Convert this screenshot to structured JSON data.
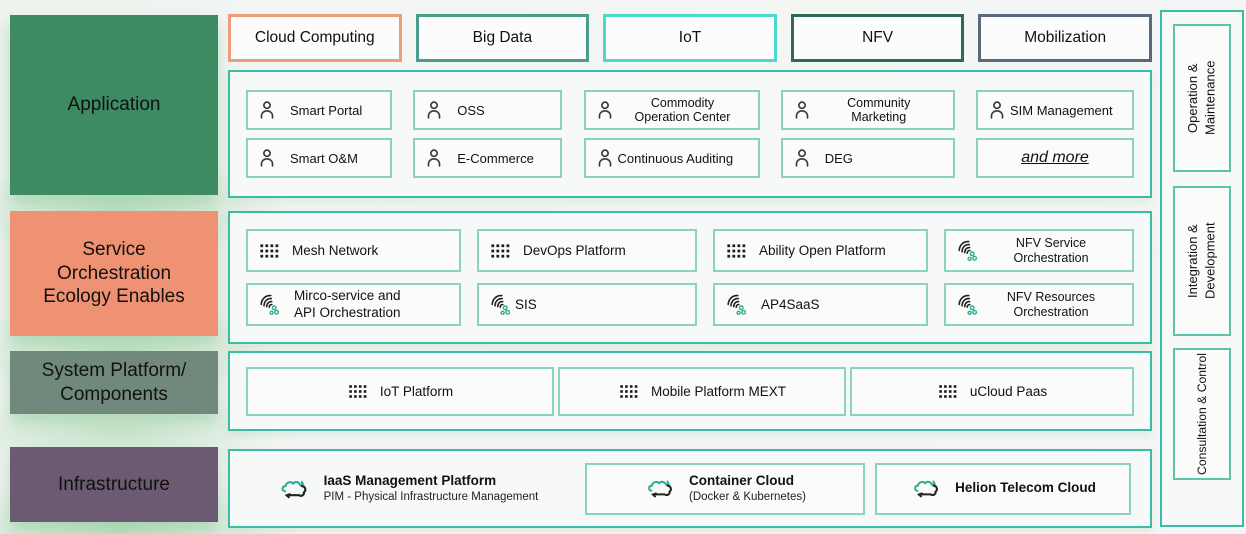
{
  "colors": {
    "container_border": "#3cbca4",
    "item_border": "#8bd2c1",
    "accent_green": "#2fae93",
    "chip_cloud_computing": "#f09c7b",
    "chip_big_data": "#4a9c8c",
    "chip_iot": "#4bd8ce",
    "chip_nfv": "#2e6b50",
    "chip_mobilization": "#5a6a7a",
    "layer_application": "#3e8a63",
    "layer_service": "#ee9273",
    "layer_system": "#70897c",
    "layer_infrastructure": "#6b5a72"
  },
  "layers": [
    {
      "label": "Application"
    },
    {
      "label": "Service Orchestration Ecology Enables"
    },
    {
      "label": "System Platform/ Components"
    },
    {
      "label": "Infrastructure"
    }
  ],
  "chips": [
    {
      "label": "Cloud Computing"
    },
    {
      "label": "Big Data"
    },
    {
      "label": "IoT"
    },
    {
      "label": "NFV"
    },
    {
      "label": "Mobilization"
    }
  ],
  "application": {
    "items": [
      {
        "icon": "person",
        "label": "Smart Portal"
      },
      {
        "icon": "person",
        "label": "OSS"
      },
      {
        "icon": "person",
        "label": "Commodity Operation Center"
      },
      {
        "icon": "person",
        "label": "Community Marketing"
      },
      {
        "icon": "person",
        "label": "SIM Management"
      },
      {
        "icon": "person",
        "label": "Smart O&M"
      },
      {
        "icon": "person",
        "label": "E-Commerce"
      },
      {
        "icon": "person",
        "label": "Continuous Auditing"
      },
      {
        "icon": "person",
        "label": "DEG"
      },
      {
        "icon": "none",
        "label": "and more"
      }
    ]
  },
  "service": {
    "items": [
      {
        "icon": "app-grid",
        "label": "Mesh Network"
      },
      {
        "icon": "app-grid",
        "label": "DevOps Platform"
      },
      {
        "icon": "app-grid",
        "label": "Ability Open Platform"
      },
      {
        "icon": "orchestration-swirl",
        "label": "NFV Service Orchestration"
      },
      {
        "icon": "orchestration-swirl",
        "label": "Mirco-service and API Orchestration"
      },
      {
        "icon": "orchestration-swirl",
        "label": "SIS"
      },
      {
        "icon": "orchestration-swirl",
        "label": "AP4SaaS"
      },
      {
        "icon": "orchestration-swirl",
        "label": "NFV Resources Orchestration"
      }
    ]
  },
  "system": {
    "items": [
      {
        "icon": "app-grid",
        "label": "IoT Platform"
      },
      {
        "icon": "app-grid",
        "label": "Mobile Platform MEXT"
      },
      {
        "icon": "app-grid",
        "label": "uCloud Paas"
      }
    ]
  },
  "infrastructure": {
    "items": [
      {
        "icon": "cloud-sync",
        "title": "IaaS Management Platform",
        "subtitle": "PIM - Physical Infrastructure Management"
      },
      {
        "icon": "cloud-sync",
        "title": "Container Cloud",
        "subtitle": "(Docker & Kubernetes)"
      },
      {
        "icon": "cloud-sync",
        "title": "Helion Telecom Cloud",
        "subtitle": ""
      }
    ]
  },
  "sidebar": {
    "items": [
      {
        "label": "Operation & Maintenance"
      },
      {
        "label": "Integration & Development"
      },
      {
        "label": "Consultation & Control"
      }
    ]
  }
}
